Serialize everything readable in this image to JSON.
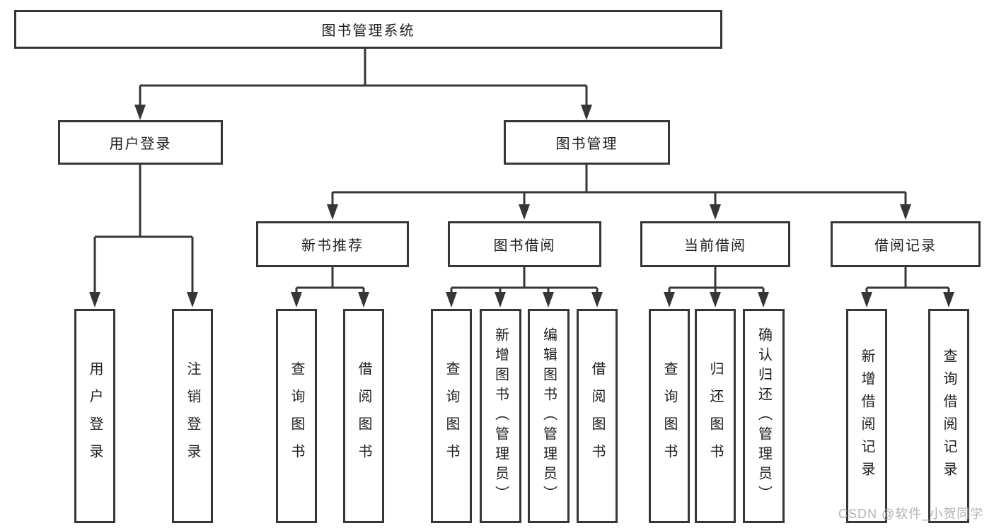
{
  "diagram": {
    "nodes": {
      "root": "图书管理系统",
      "user_login": "用户登录",
      "book_management": "图书管理",
      "new_book_recommend": "新书推荐",
      "book_borrowing": "图书借阅",
      "current_borrowing": "当前借阅",
      "borrowing_records": "借阅记录",
      "leaf_user_login": "用户登录",
      "leaf_logout": "注销登录",
      "leaf_nb_query_books": "查询图书",
      "leaf_nb_borrow_books": "借阅图书",
      "leaf_bb_query_books": "查询图书",
      "leaf_bb_add_books": "新增图书（管理员）",
      "leaf_bb_edit_books": "编辑图书（管理员）",
      "leaf_bb_borrow_books": "借阅图书",
      "leaf_cb_query_books": "查询图书",
      "leaf_cb_return_books": "归还图书",
      "leaf_cb_confirm_return": "确认归还（管理员）",
      "leaf_br_add_record": "新增借阅记录",
      "leaf_br_query_record": "查询借阅记录"
    },
    "watermark": "CSDN @软件_小贺同学",
    "colors": {
      "line": "#363636",
      "text": "#1f1f1f",
      "watermark": "#b2b2b8",
      "background": "#ffffff"
    }
  }
}
